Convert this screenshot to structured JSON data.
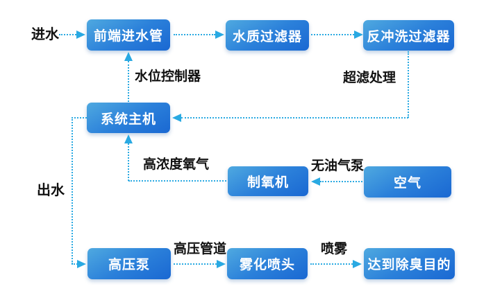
{
  "nodes": {
    "front_inlet_pipe": {
      "label": "前端进水管"
    },
    "water_filter": {
      "label": "水质过滤器"
    },
    "backwash_filter": {
      "label": "反冲洗过滤器"
    },
    "system_host": {
      "label": "系统主机"
    },
    "oxygen_generator": {
      "label": "制氧机"
    },
    "air": {
      "label": "空气"
    },
    "high_pressure_pump": {
      "label": "高压泵"
    },
    "atomizing_nozzle": {
      "label": "雾化喷头"
    },
    "deodorization_goal": {
      "label": "达到除臭目的"
    }
  },
  "edge_labels": {
    "inlet_water": "进水",
    "water_level_controller": "水位控制器",
    "ultrafiltration_treatment": "超滤处理",
    "high_concentration_oxygen": "高浓度氧气",
    "oil_free_air_pump": "无油气泵",
    "outlet_water": "出水",
    "high_pressure_pipeline": "高压管道",
    "spray": "喷雾"
  },
  "colors": {
    "line": "#29a9e2",
    "box_start": "#4fa9e0",
    "box_mid": "#2b80da",
    "box_end": "#1a68d2",
    "text_dark": "#111111",
    "box_text": "#ffffff",
    "bg": "#ffffff"
  }
}
